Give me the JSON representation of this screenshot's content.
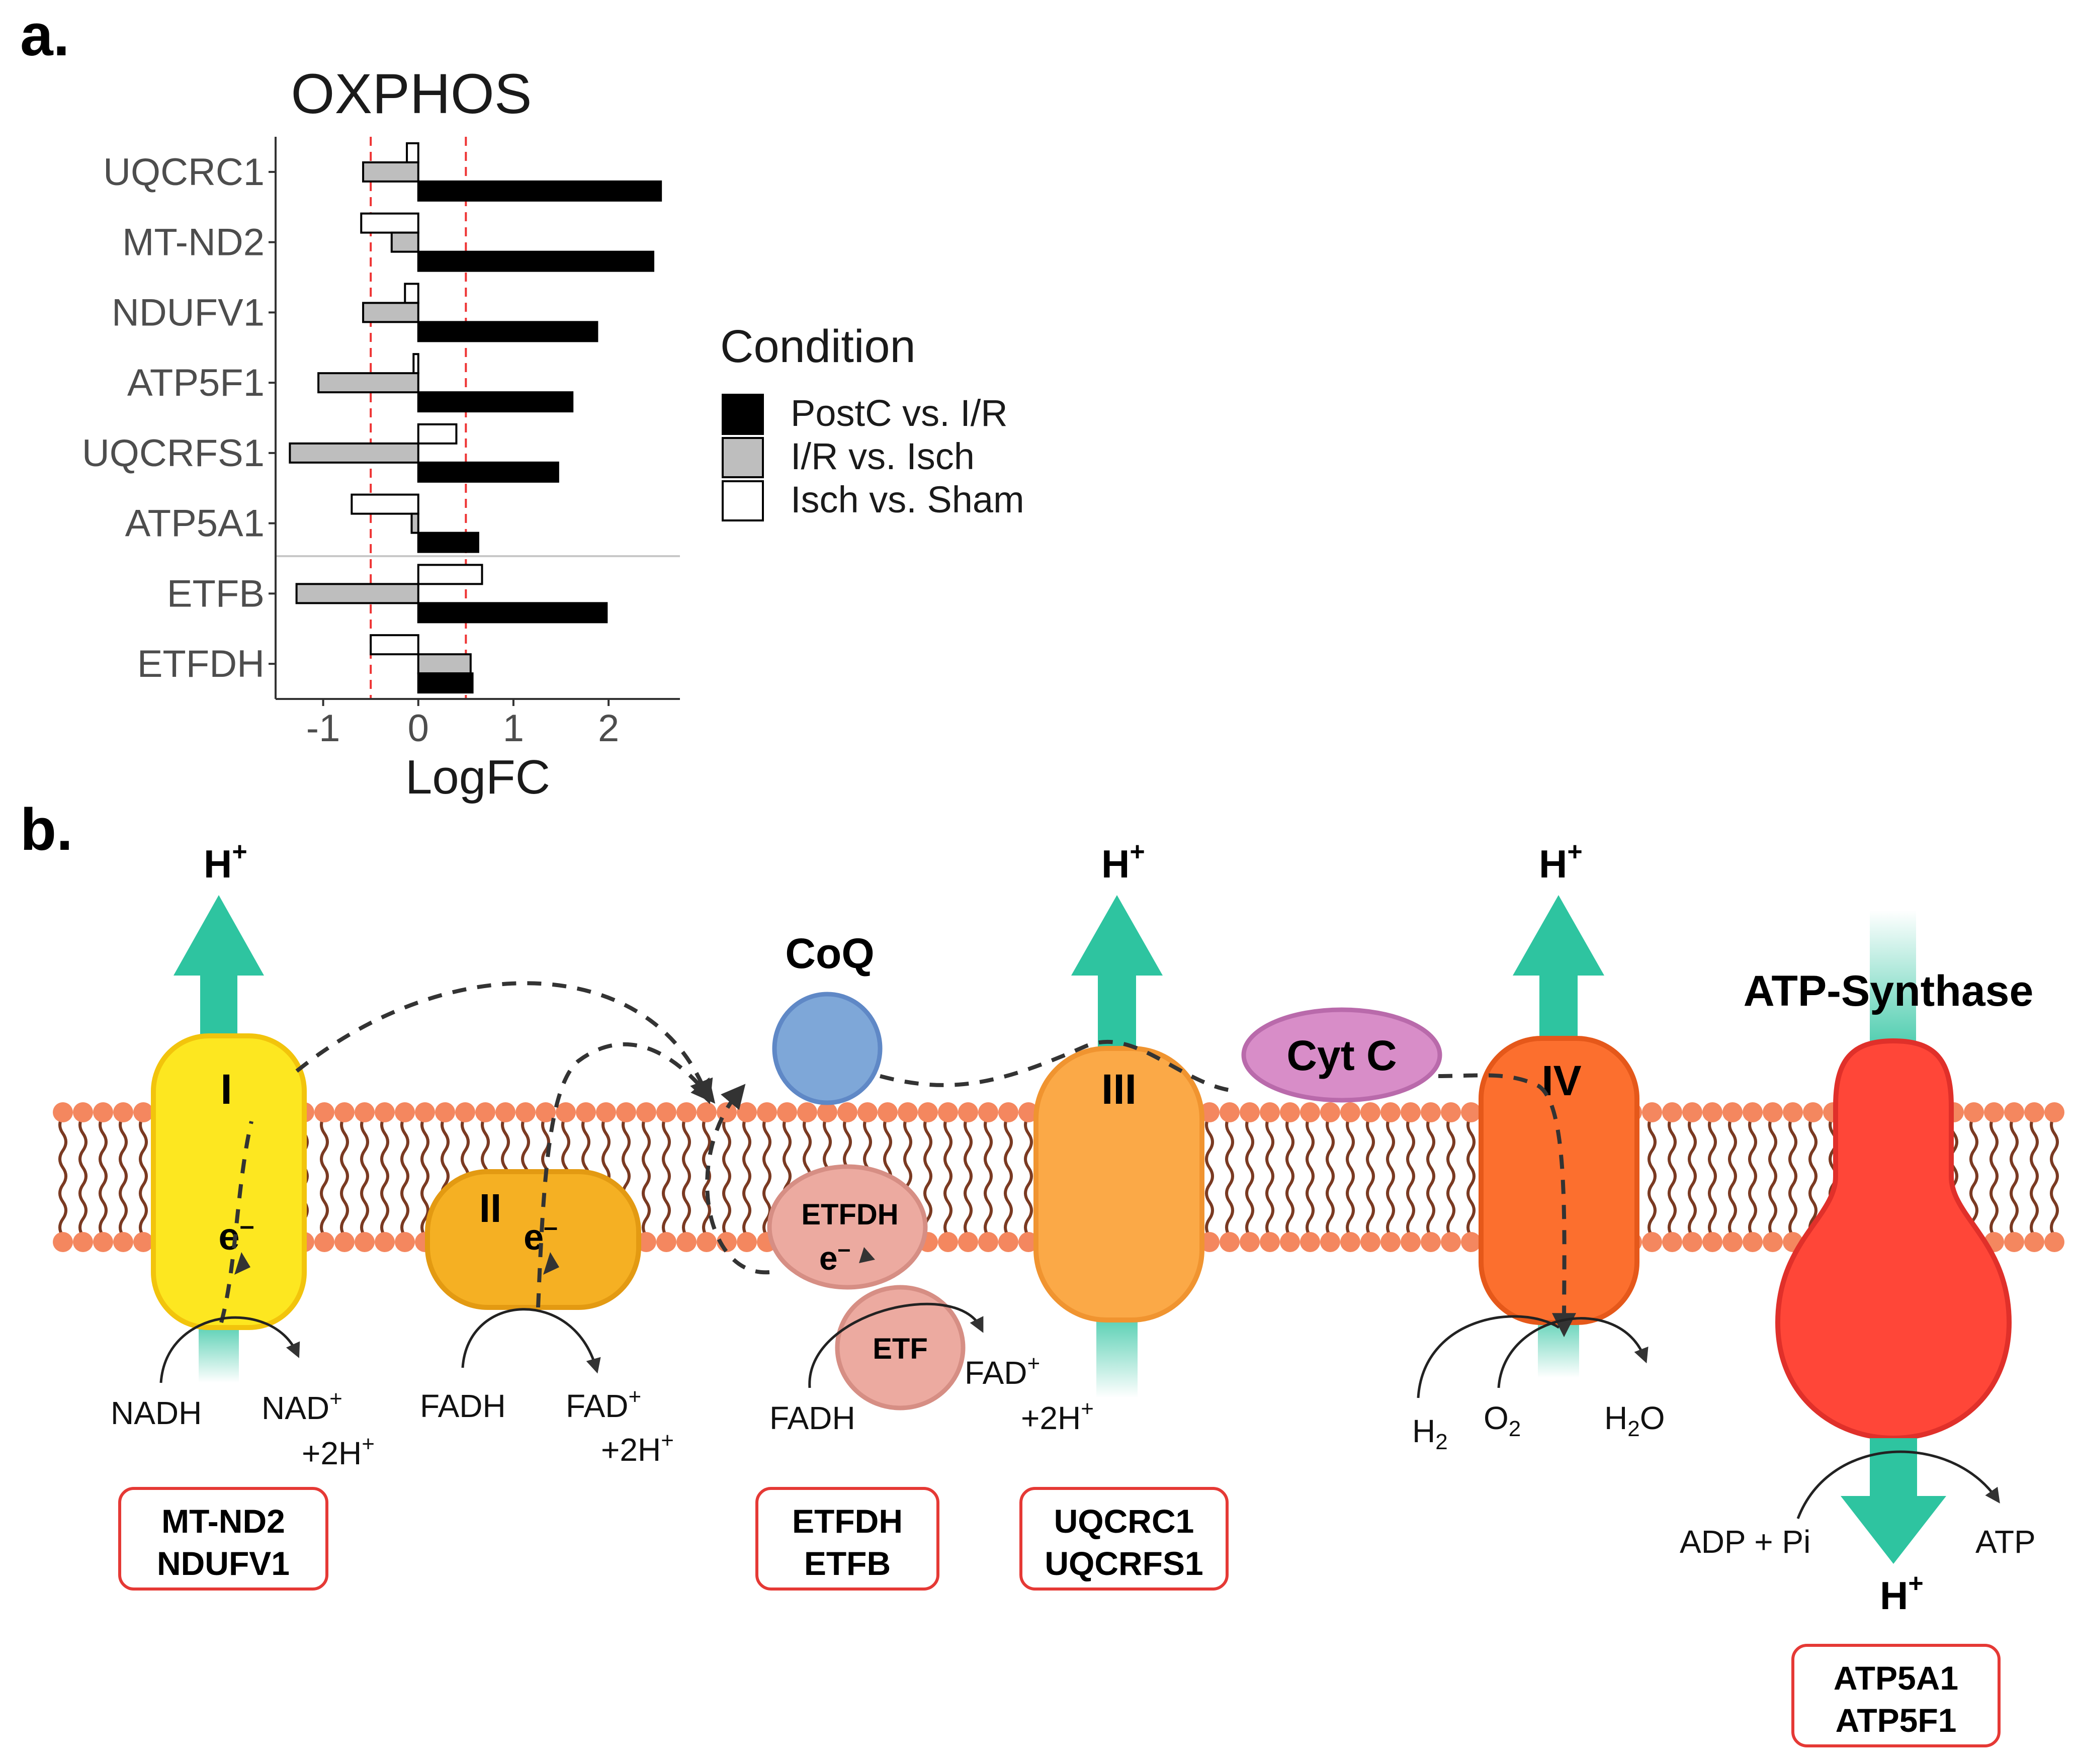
{
  "panel_a": {
    "letter": "a.",
    "chart_data": {
      "type": "bar",
      "orientation": "horizontal",
      "title": "OXPHOS",
      "xlabel": "LogFC",
      "ylabel": "",
      "categories": [
        "UQCRC1",
        "MT-ND2",
        "NDUFV1",
        "ATP5F1",
        "UQCRFS1",
        "ATP5A1",
        "ETFB",
        "ETFDH"
      ],
      "series": [
        {
          "name": "PostC vs. I/R",
          "color": "#000000",
          "values": [
            2.55,
            2.47,
            1.88,
            1.62,
            1.47,
            0.63,
            1.98,
            0.57
          ]
        },
        {
          "name": "I/R vs. Isch",
          "color": "#bebebe",
          "values": [
            -0.58,
            -0.28,
            -0.58,
            -1.05,
            -1.35,
            -0.07,
            -1.28,
            0.55
          ]
        },
        {
          "name": "Isch vs. Sham",
          "color": "#ffffff",
          "values": [
            -0.12,
            -0.6,
            -0.14,
            -0.05,
            0.4,
            -0.7,
            0.67,
            -0.5
          ]
        }
      ],
      "xlim": [
        -1.5,
        2.75
      ],
      "xticks": [
        -1,
        0,
        1,
        2
      ],
      "xtick_labels": [
        "-1",
        "0",
        "1",
        "2"
      ],
      "reference_lines": [
        -0.5,
        0.5
      ],
      "reference_line_color": "#ee3333",
      "separator_after_category": "ATP5A1",
      "legend_title": "Condition",
      "legend_position": "right",
      "grid": false
    }
  },
  "panel_b": {
    "letter": "b.",
    "proton_label": "H",
    "proton_sup": "+",
    "complexes": {
      "c1": "I",
      "c2": "II",
      "c3": "III",
      "c4": "IV",
      "coq": "CoQ",
      "cytc": "Cyt C",
      "etfdh": "ETFDH",
      "etf": "ETF",
      "atp_synthase": "ATP-Synthase"
    },
    "electron": "e",
    "electron_sup": "–",
    "reactions": {
      "nadh": "NADH",
      "nad": "NAD",
      "fadh": "FADH",
      "fad": "FAD",
      "h2": "+2H",
      "h2_sup": "+",
      "H": "H",
      "O": "O",
      "sub2": "2",
      "tail_o": "O",
      "adp": "ADP + Pi",
      "atp": "ATP"
    },
    "gene_boxes": {
      "c1": [
        "MT-ND2",
        "NDUFV1"
      ],
      "etf": [
        "ETFDH",
        "ETFB"
      ],
      "c3": [
        "UQCRC1",
        "UQCRFS1"
      ],
      "atp": [
        "ATP5A1",
        "ATP5F1"
      ]
    },
    "colors": {
      "membrane_head": "#f4875f",
      "membrane_tail": "#7a3a22",
      "proton_arrow": "#2ec4a0",
      "c1": "#fde720",
      "c2": "#f5b023",
      "c3": "#fba947",
      "c4": "#fc6f2e",
      "coq": "#7ea7d8",
      "cytc": "#d88dc8",
      "etf": "#ecaaa0",
      "atp": "#ff4638",
      "gene_box_border": "#e53935"
    }
  }
}
